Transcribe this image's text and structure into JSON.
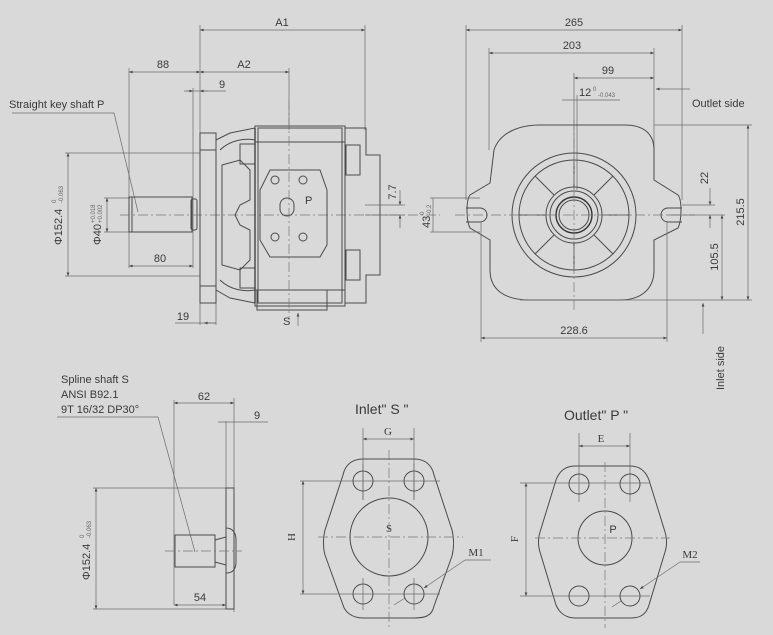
{
  "side_view": {
    "dims": {
      "a1": "A1",
      "a2": "A2",
      "d88": "88",
      "d9": "9",
      "d80": "80",
      "d19": "19",
      "d7_7": "7.7",
      "phi152": "Φ152.4",
      "phi152_tol_upper": "0",
      "phi152_tol_lower": "-0.063",
      "phi40": "Φ40",
      "phi40_tol_upper": "+0.018",
      "phi40_tol_lower": "+0.002"
    },
    "labels": {
      "shaft_callout": "Straight key shaft P",
      "port_p": "P",
      "port_s": "S"
    }
  },
  "front_view": {
    "dims": {
      "d265": "265",
      "d203": "203",
      "d99": "99",
      "d12": "12",
      "d12_tol_upper": "0",
      "d12_tol_lower": "-0.043",
      "d43": "43",
      "d43_tol_upper": "0",
      "d43_tol_lower": "-0.2",
      "d22": "22",
      "d215_5": "215.5",
      "d105_5": "105.5",
      "d228_6": "228.6"
    },
    "labels": {
      "outlet_side": "Outlet side",
      "inlet_side": "Inlet side"
    }
  },
  "spline_view": {
    "callout": [
      "Spline shaft S",
      "ANSI B92.1",
      "9T 16/32 DP30°"
    ],
    "dims": {
      "d62": "62",
      "d9": "9",
      "d54": "54",
      "phi152": "Φ152.4",
      "phi152_tol_upper": "0",
      "phi152_tol_lower": "-0.063"
    }
  },
  "inlet_flange": {
    "title": "Inlet\" S \"",
    "dim_g": "G",
    "dim_h": "H",
    "port": "S",
    "thread": "M1"
  },
  "outlet_flange": {
    "title": "Outlet\" P \"",
    "dim_e": "E",
    "dim_f": "F",
    "port": "P",
    "thread": "M2"
  },
  "colors": {
    "background": "#d9d9d9",
    "line": "#4a4a4a",
    "text": "#3a3a3a"
  }
}
